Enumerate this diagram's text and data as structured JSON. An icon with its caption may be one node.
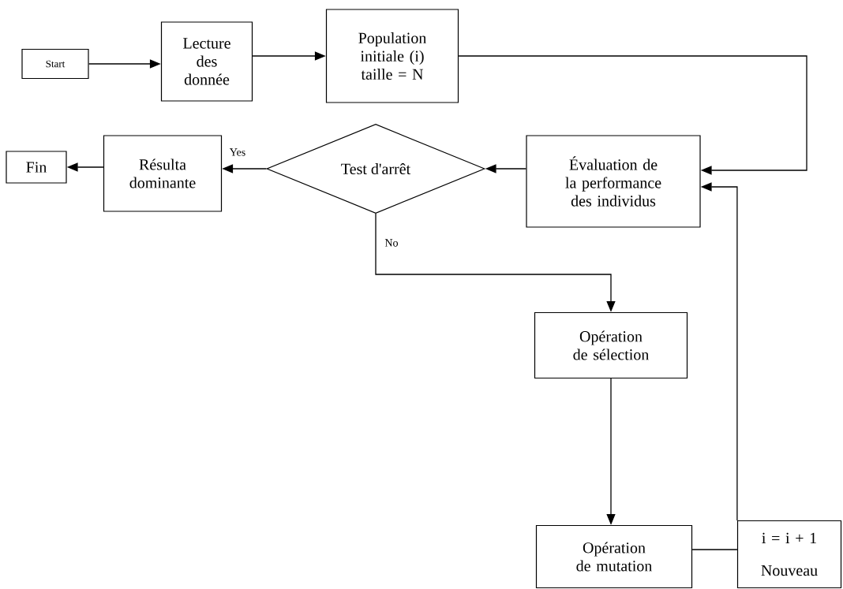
{
  "diagram": {
    "nodes": [
      {
        "text": [
          "Start"
        ]
      },
      {
        "text": [
          "Lecture des donnée"
        ]
      },
      {
        "text": [
          "Population initiale (i) taille = N"
        ]
      },
      {
        "text": [
          "Évaluation de la performance des individus"
        ]
      },
      {
        "text": [
          "Test d'arrêt"
        ]
      },
      {
        "text": [
          "Résulta dominante"
        ]
      },
      {
        "text": [
          "Fin"
        ]
      },
      {
        "text": [
          "Opération de sélection"
        ]
      },
      {
        "text": [
          "Opération de mutation"
        ]
      },
      {
        "text": [
          "i = i + 1",
          "Nouveau"
        ]
      }
    ],
    "edges": [
      {
        "from": 0,
        "to": 1,
        "arrow": "to"
      },
      {
        "from": 1,
        "to": 2,
        "arrow": "to"
      },
      {
        "from": 2,
        "to": 3,
        "arrow": "to"
      },
      {
        "from": 3,
        "to": 4,
        "arrow": "to"
      },
      {
        "from": 4,
        "to": 5,
        "arrow": "to",
        "label": "Yes"
      },
      {
        "from": 5,
        "to": 6,
        "arrow": "to"
      },
      {
        "from": 4,
        "to": 7,
        "arrow": "to",
        "label": "No"
      },
      {
        "from": 7,
        "to": 8,
        "arrow": "to"
      },
      {
        "from": 8,
        "to": 9,
        "arrow": "none"
      },
      {
        "from": 9,
        "to": 3,
        "arrow": "to"
      }
    ]
  }
}
